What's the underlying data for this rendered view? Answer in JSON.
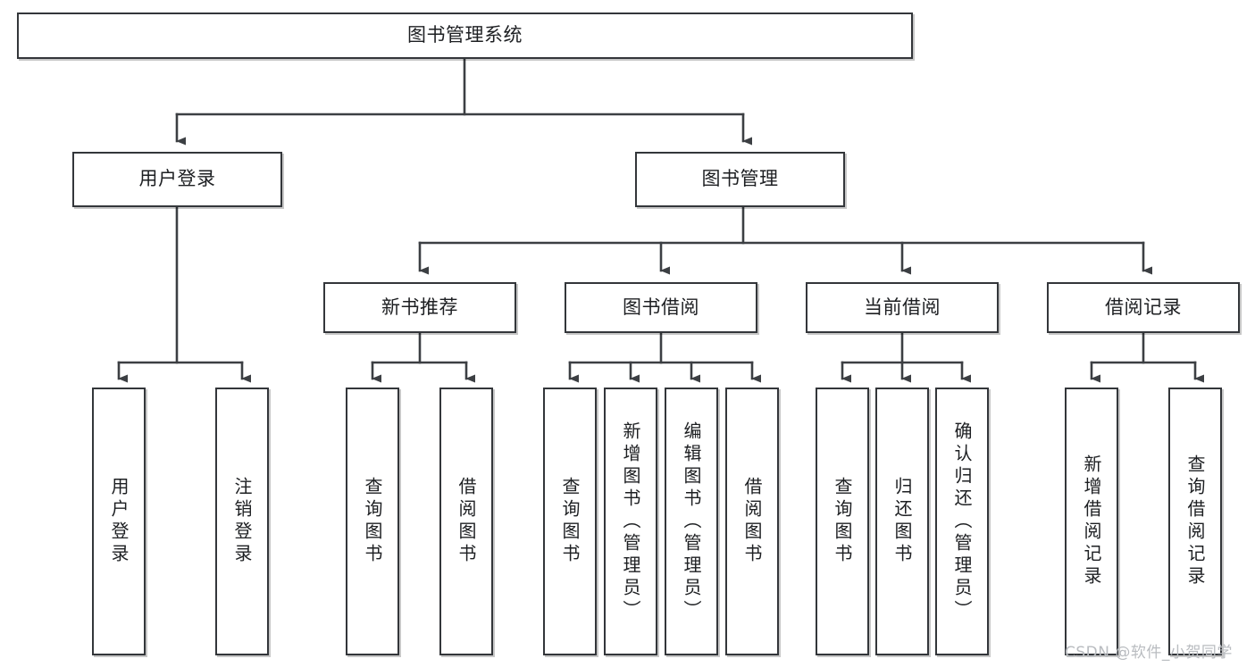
{
  "diagram": {
    "type": "tree-hierarchy",
    "title": "图书管理系统",
    "orientation": "top-down",
    "colors": {
      "box_border": "#33363a",
      "box_fill": "#ffffff",
      "connector": "#3c3f43",
      "text": "#1d1f22",
      "watermark": "#b9bcc0",
      "background": "#ffffff"
    },
    "nodes": {
      "root": {
        "label": "图书管理系统"
      },
      "level2": [
        {
          "id": "user-login",
          "label": "用户登录"
        },
        {
          "id": "book-manage",
          "label": "图书管理"
        }
      ],
      "level3": [
        {
          "id": "new-book-recommend",
          "label": "新书推荐"
        },
        {
          "id": "book-borrow",
          "label": "图书借阅"
        },
        {
          "id": "current-borrow",
          "label": "当前借阅"
        },
        {
          "id": "borrow-record",
          "label": "借阅记录"
        }
      ],
      "leaves": {
        "user_login": [
          {
            "id": "leaf-user-login",
            "label": "用户登录"
          },
          {
            "id": "leaf-user-logout",
            "label": "注销登录"
          }
        ],
        "new_book_recommend": [
          {
            "id": "leaf-query-book-1",
            "label": "查询图书"
          },
          {
            "id": "leaf-borrow-book-1",
            "label": "借阅图书"
          }
        ],
        "book_borrow": [
          {
            "id": "leaf-query-book-2",
            "label": "查询图书"
          },
          {
            "id": "leaf-add-book",
            "label": "新增图书（管理员）"
          },
          {
            "id": "leaf-edit-book",
            "label": "编辑图书（管理员）"
          },
          {
            "id": "leaf-borrow-book-2",
            "label": "借阅图书"
          }
        ],
        "current_borrow": [
          {
            "id": "leaf-query-book-3",
            "label": "查询图书"
          },
          {
            "id": "leaf-return-book",
            "label": "归还图书"
          },
          {
            "id": "leaf-confirm-return",
            "label": "确认归还（管理员）"
          }
        ],
        "borrow_record": [
          {
            "id": "leaf-add-record",
            "label": "新增借阅记录"
          },
          {
            "id": "leaf-query-record",
            "label": "查询借阅记录"
          }
        ]
      }
    },
    "watermark": "CSDN @软件_小贺同学"
  }
}
